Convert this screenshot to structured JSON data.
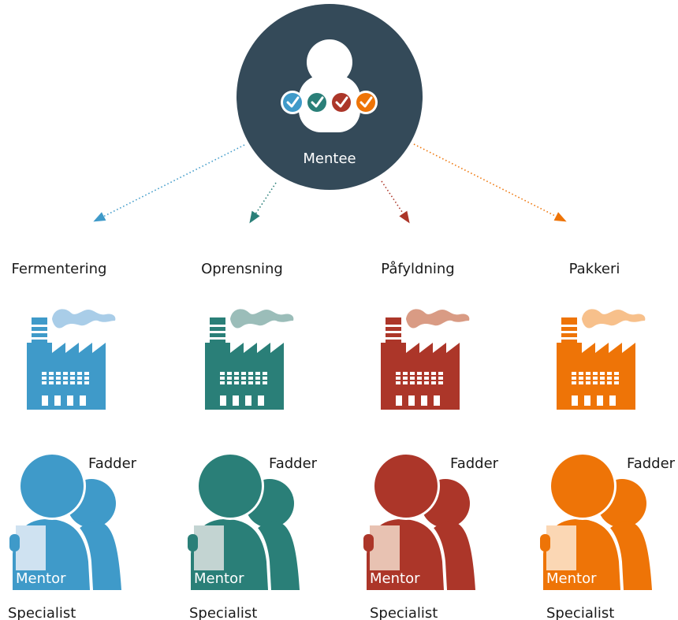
{
  "mentee": {
    "label": "Mentee",
    "circle_color": "#344a59",
    "check_colors": [
      "#3f9ac9",
      "#2a7f78",
      "#ac3629",
      "#ee7407"
    ]
  },
  "departments": [
    {
      "name": "Fermentering",
      "color": "#3f9ac9",
      "smoke_color": "#a9cde8",
      "light_color": "#cfe2f1",
      "fadder_label": "Fadder",
      "mentor_label": "Mentor",
      "specialist_label": "Specialist"
    },
    {
      "name": "Oprensning",
      "color": "#2a7f78",
      "smoke_color": "#9bbdb9",
      "light_color": "#c3d4d2",
      "fadder_label": "Fadder",
      "mentor_label": "Mentor",
      "specialist_label": "Specialist"
    },
    {
      "name": "Påfyldning",
      "color": "#ac3629",
      "smoke_color": "#d99b84",
      "light_color": "#e8c2b2",
      "fadder_label": "Fadder",
      "mentor_label": "Mentor",
      "specialist_label": "Specialist"
    },
    {
      "name": "Pakkeri",
      "color": "#ee7407",
      "smoke_color": "#f7c08b",
      "light_color": "#fbd7b4",
      "fadder_label": "Fadder",
      "mentor_label": "Mentor",
      "specialist_label": "Specialist"
    }
  ]
}
